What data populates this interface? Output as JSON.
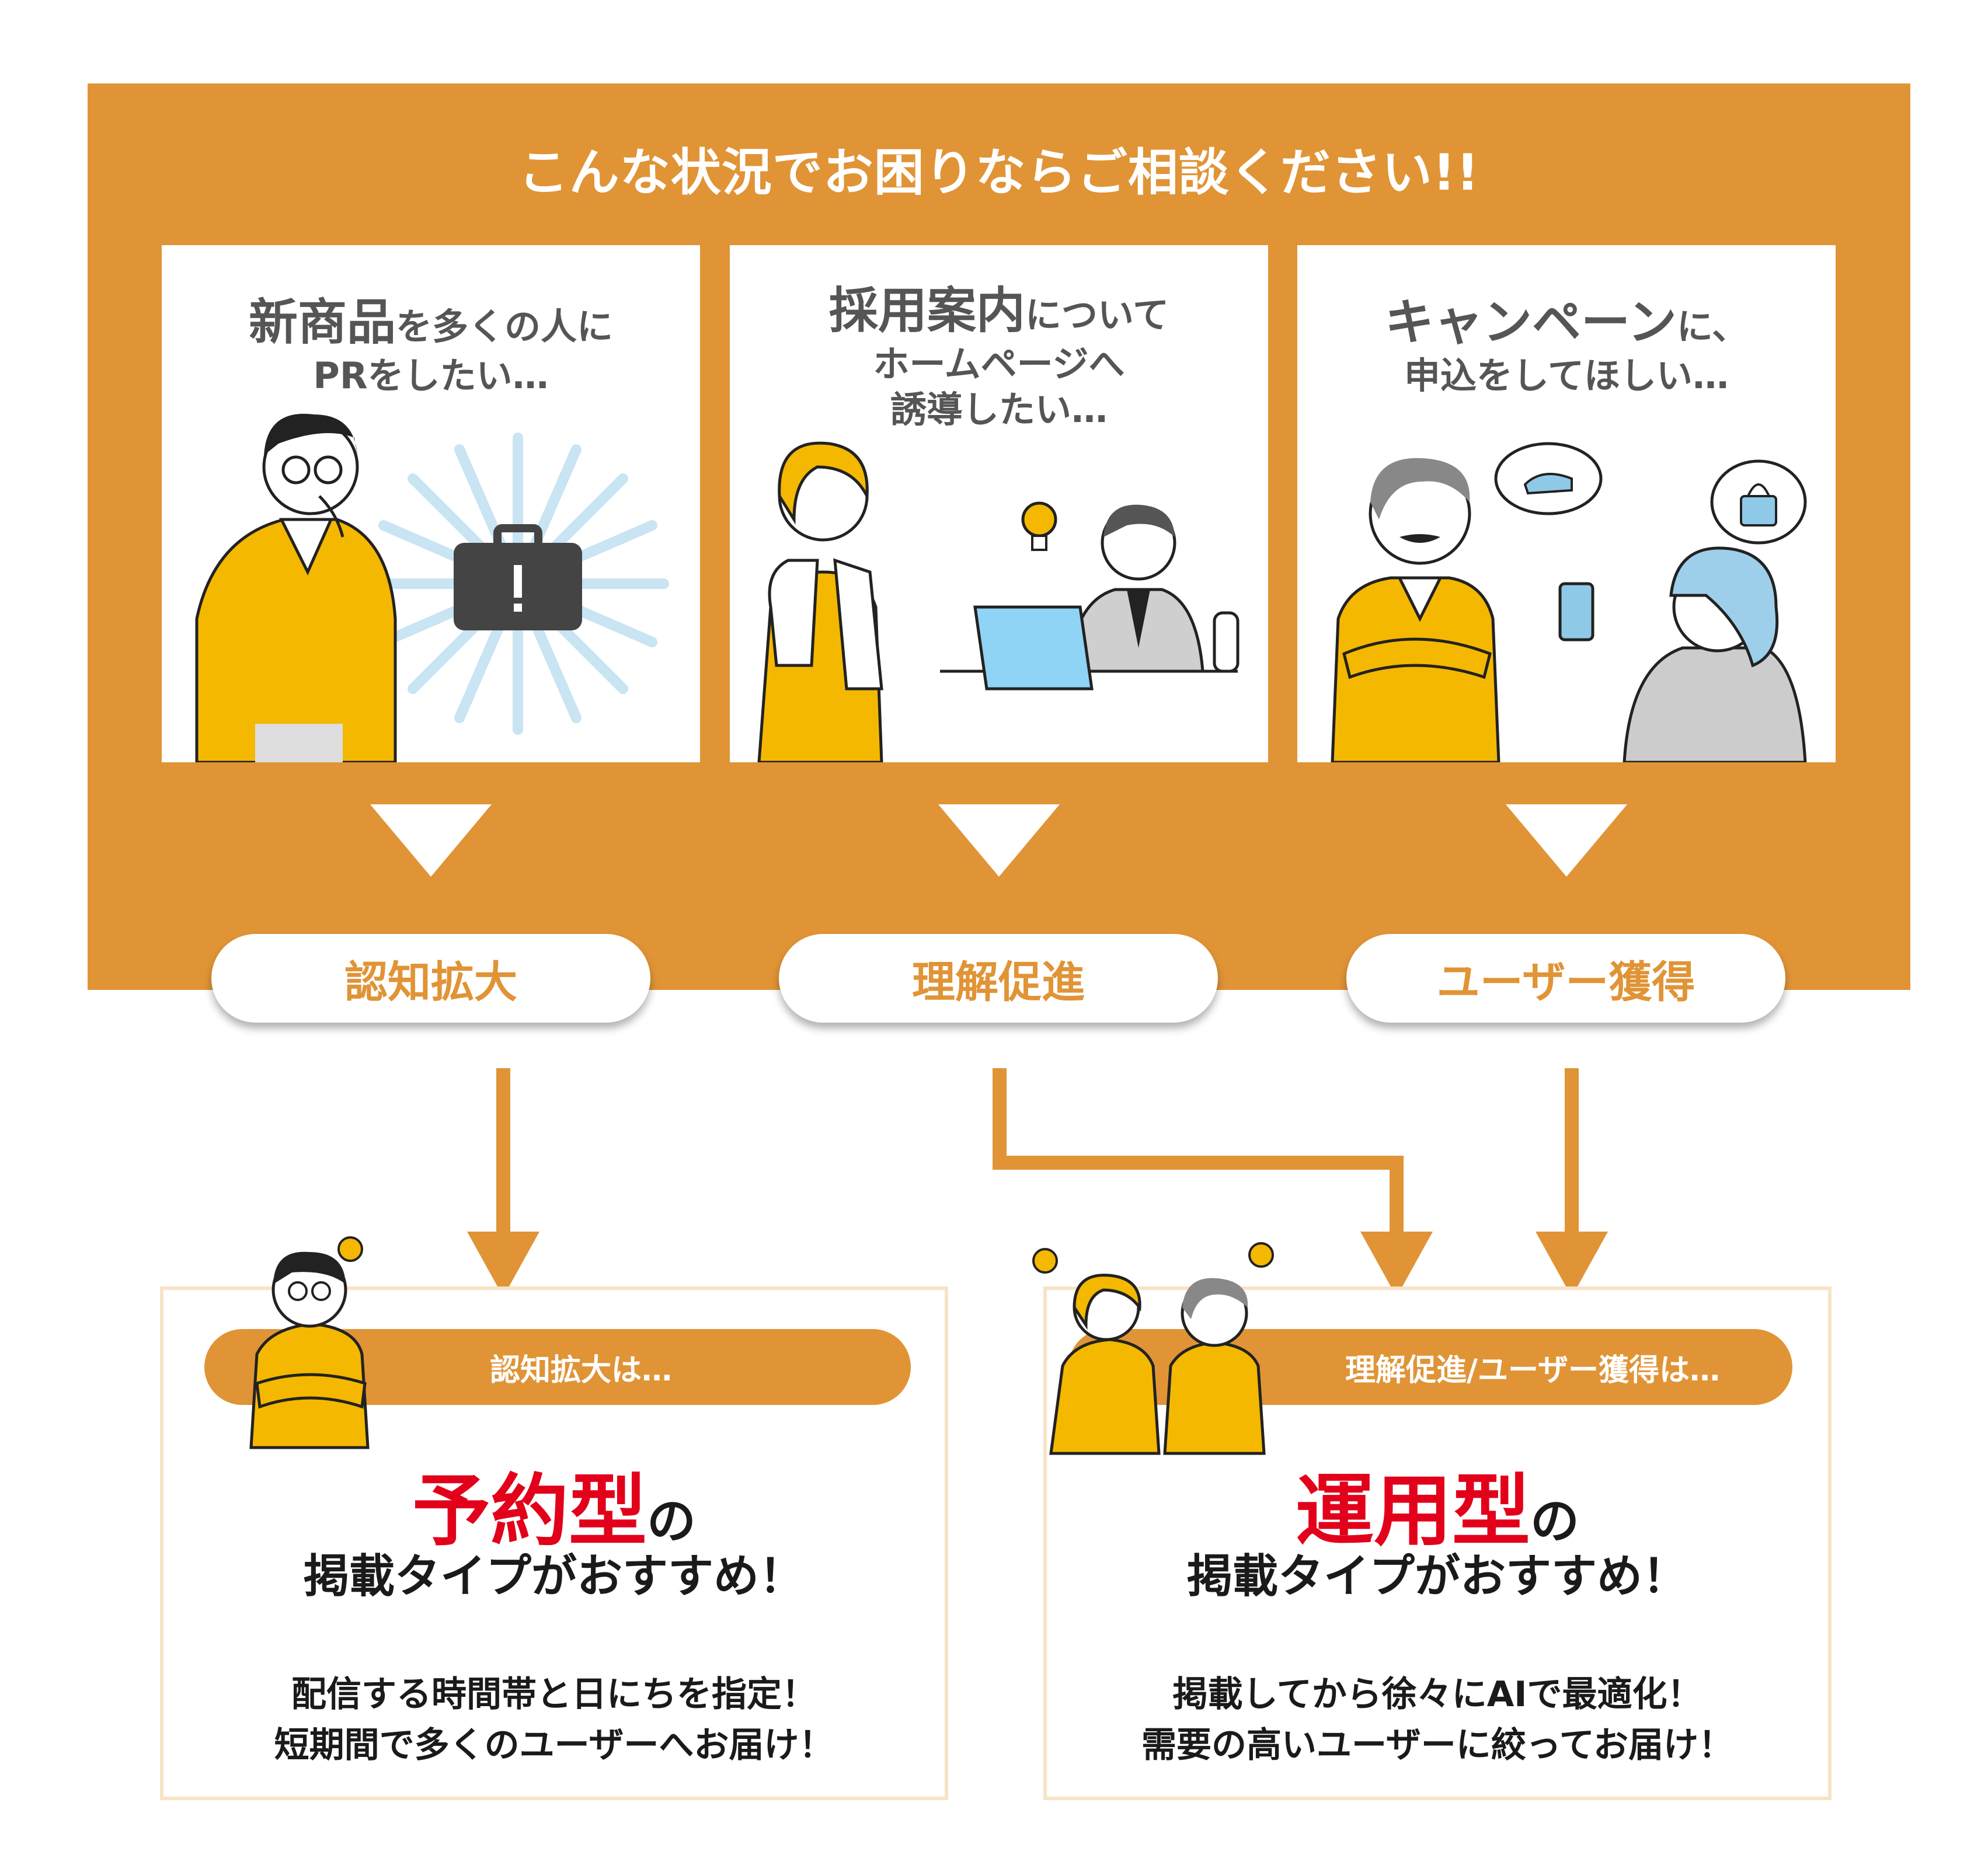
{
  "headline": "こんな状況でお困りならご相談ください!!",
  "cards": [
    {
      "title_lines": [
        {
          "bold": "新商品",
          "rest": "を多くの人に"
        },
        {
          "bold": "",
          "rest": "PRをしたい…"
        }
      ],
      "icon": "briefcase-alert-icon"
    },
    {
      "title_lines": [
        {
          "bold": "採用案内",
          "rest": "について"
        },
        {
          "bold": "",
          "rest": "ホームページへ"
        },
        {
          "bold": "",
          "rest": "誘導したい…"
        }
      ],
      "icon": "lightbulb-icon"
    },
    {
      "title_lines": [
        {
          "bold": "キャンペーン",
          "rest": "に、"
        },
        {
          "bold": "",
          "rest": "申込をしてほしい…"
        }
      ],
      "icon": "shopping-icon"
    }
  ],
  "goals": [
    "認知拡大",
    "理解促進",
    "ユーザー獲得"
  ],
  "results": [
    {
      "banner": "認知拡大は…",
      "type_red": "予約型",
      "type_suffix": "の",
      "subtitle": "掲載タイプがおすすめ！",
      "desc_line1": "配信する時間帯と日にちを指定！",
      "desc_line2": "短期間で多くのユーザーへお届け！"
    },
    {
      "banner": "理解促進/ユーザー獲得は…",
      "type_red": "運用型",
      "type_suffix": "の",
      "subtitle": "掲載タイプがおすすめ！",
      "desc_line1": "掲載してから徐々にAIで最適化！",
      "desc_line2": "需要の高いユーザーに絞ってお届け！"
    }
  ],
  "colors": {
    "orange": "#E09436",
    "accent_red": "#E2001A",
    "card_bg": "#FFFFFF",
    "result_border": "#F7E3C6",
    "mustard": "#F5B800"
  }
}
